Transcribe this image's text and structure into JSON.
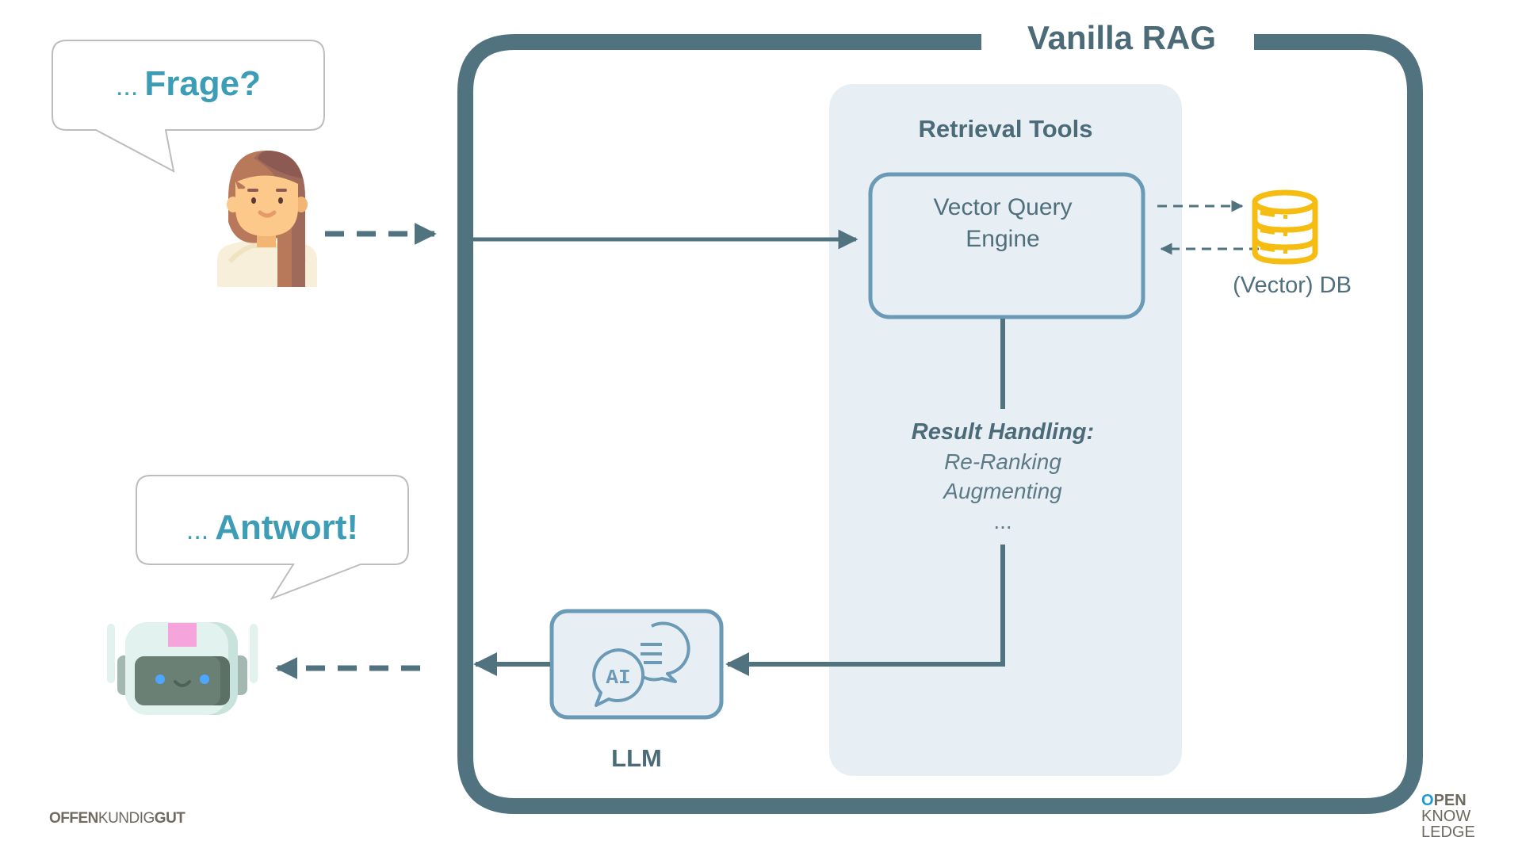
{
  "diagram": {
    "title": "Vanilla RAG",
    "user_bubble": {
      "prefix": "...",
      "text": "Frage?"
    },
    "bot_bubble": {
      "prefix": "...",
      "text": "Antwort!"
    },
    "retrieval_panel": {
      "title": "Retrieval Tools",
      "engine_line1": "Vector Query",
      "engine_line2": "Engine",
      "result_handling_title": "Result Handling:",
      "result_handling_items": [
        "Re-Ranking",
        "Augmenting",
        "..."
      ]
    },
    "database_label": "(Vector) DB",
    "llm_label": "LLM",
    "llm_icon_text": "AI",
    "icons": {
      "user": "woman-avatar-icon",
      "bot": "robot-icon",
      "database": "database-icon",
      "llm": "ai-chat-bubbles-icon"
    }
  },
  "footer": {
    "left_logo": {
      "part1": "OFFEN",
      "part2": "KUNDIG",
      "part3": "GUT"
    },
    "right_logo": {
      "line1_accent": "O",
      "line1_rest": "PEN",
      "line2": "KNOW",
      "line3": "LEDGE"
    }
  },
  "colors": {
    "frame": "#50737f",
    "panel": "#e8eff4",
    "box_border": "#6a9ab5",
    "text": "#4b6b78",
    "bubble_text": "#3d9db6",
    "database": "#f5bd12",
    "logo_blue": "#1f9ad6",
    "logo_gray": "#6e6a60"
  }
}
